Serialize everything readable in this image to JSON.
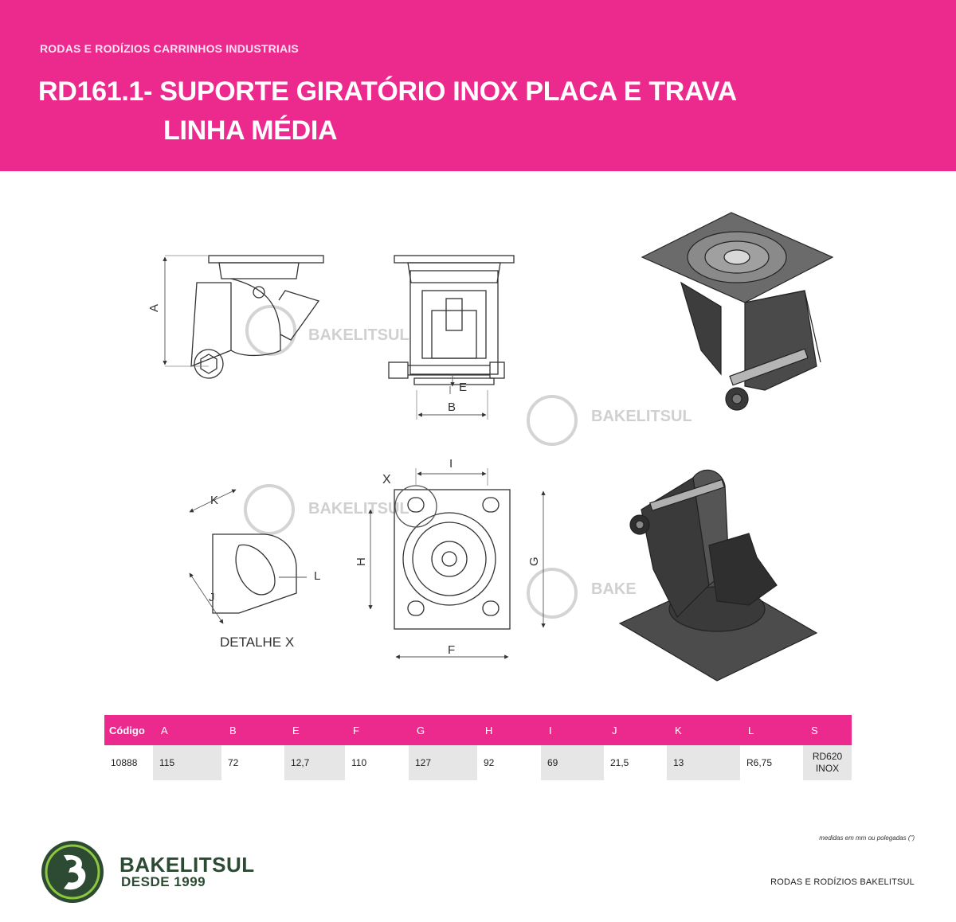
{
  "header": {
    "subtitle": "RODAS E RODÍZIOS CARRINHOS INDUSTRIAIS",
    "title_line1": "RD161.1- SUPORTE GIRATÓRIO INOX PLACA E TRAVA",
    "title_line2": "LINHA MÉDIA",
    "color": "#ec2a8e"
  },
  "drawing": {
    "watermark": "BAKELITSUL",
    "watermark_partial": "BAKE",
    "dimension_labels": {
      "A": "A",
      "B": "B",
      "E": "E",
      "F": "F",
      "G": "G",
      "H": "H",
      "I": "I",
      "J": "J",
      "K": "K",
      "L": "L",
      "X": "X"
    },
    "detail_caption": "DETALHE X"
  },
  "table": {
    "headers": [
      "Código",
      "A",
      "B",
      "E",
      "F",
      "G",
      "H",
      "I",
      "J",
      "K",
      "L",
      "S"
    ],
    "rows": [
      [
        "10888",
        "115",
        "72",
        "12,7",
        "110",
        "127",
        "92",
        "69",
        "21,5",
        "13",
        "R6,75",
        "RD620\nINOX"
      ]
    ]
  },
  "footnote": "medidas em mm ou polegadas (\")",
  "footer_right": "RODAS E RODÍZIOS BAKELITSUL",
  "brand": {
    "name": "BAKELITSUL",
    "since": "DESDE 1999",
    "color": "#2d4a33"
  }
}
